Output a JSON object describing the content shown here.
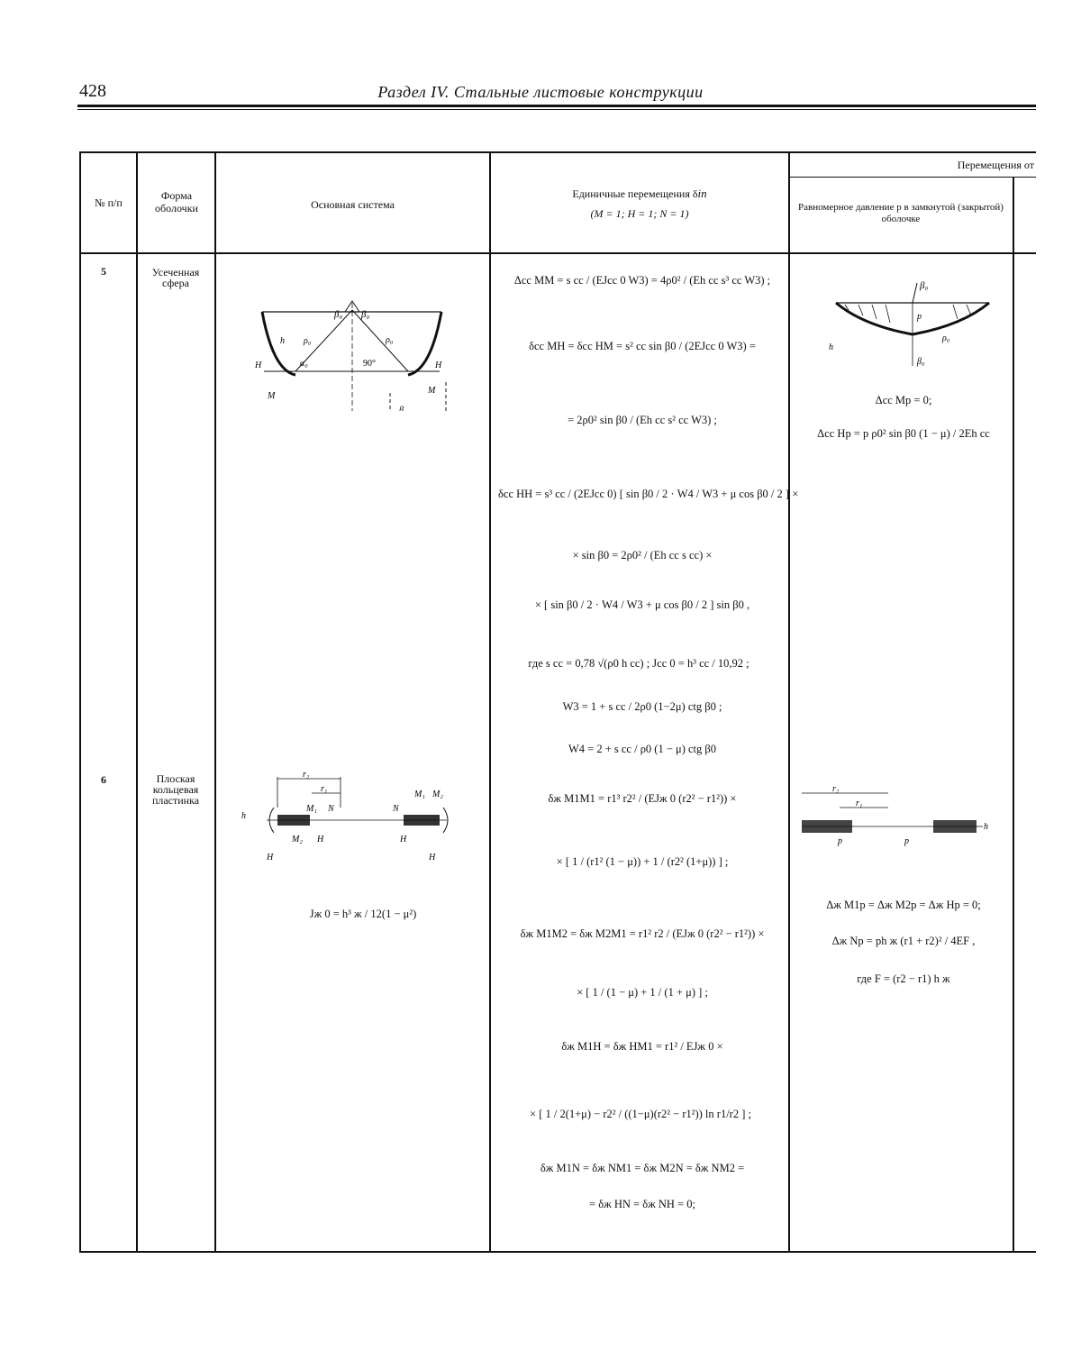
{
  "header": {
    "page_number": "428",
    "running_title": "Раздел IV. Стальные листовые конструкции"
  },
  "table": {
    "col_no": "№ п/п",
    "col_shape": "Форма оболочки",
    "col_system": "Основная система",
    "col_unit_title": "Единичные перемещения δ",
    "col_unit_sub": "(M = 1; H = 1; N = 1)",
    "col_disp_from": "Перемещения от",
    "col_uniform": "Равномерное давление p в замкнутой (закрытой) оболочке"
  },
  "rows": [
    {
      "num": "5",
      "shape": "Усеченная сфера",
      "formulas": [
        "Δcc MM = s cc / (EJcc 0 W3) = 4ρ0² / (Eh cc s³ cc W3) ;",
        "δcc MH = δcc HM = s² cc sin β0 / (2EJcc 0 W3) =",
        "= 2ρ0² sin β0 / (Eh cc s² cc W3) ;",
        "δcc HH = s³ cc / (2EJcc 0) [ sin β0 / 2 · W4 / W3 + μ cos β0 / 2 ] ×",
        "× sin β0 = 2ρ0² / (Eh cc s cc) ×",
        "× [ sin β0 / 2 · W4 / W3 + μ cos β0 / 2 ] sin β0 ,",
        "где s cc = 0,78 √(ρ0 h cc) ;  Jcc 0 = h³ cc / 10,92 ;",
        "W3 = 1 + s cc / 2ρ0 (1−2μ) ctg β0 ;",
        "W4 = 2 + s cc / ρ0 (1 − μ) ctg β0"
      ],
      "pressure": [
        "Δcc Mp = 0;",
        "Δcc Hp = p ρ0² sin β0 (1 − μ) / 2Eh cc"
      ]
    },
    {
      "num": "6",
      "shape": "Плоская кольцевая пластинка",
      "system_formula": "Jж 0 = h³ ж / 12(1 − μ²)",
      "formulas": [
        "δж M1M1 = r1³ r2² / (EJж 0 (r2² − r1²)) ×",
        "× [ 1 / (r1² (1 − μ)) + 1 / (r2² (1+μ)) ] ;",
        "δж M1M2 = δж M2M1 = r1² r2 / (EJж 0 (r2² − r1²)) ×",
        "× [ 1 / (1 − μ) + 1 / (1 + μ) ] ;",
        "δж M1H = δж HM1 = r1² / EJж 0 ×",
        "× [ 1 / 2(1+μ) − r2² / ((1−μ)(r2² − r1²)) ln r1/r2 ] ;",
        "δж M1N = δж NM1 = δж M2N = δж NM2 =",
        "= δж HN = δж NH = 0;"
      ],
      "pressure": [
        "Δж M1p = Δж M2p = Δж Hp = 0;",
        "Δж Np = ph ж (r1 + r2)² / 4EF ,",
        "где F = (r2 − r1) h ж"
      ]
    }
  ]
}
